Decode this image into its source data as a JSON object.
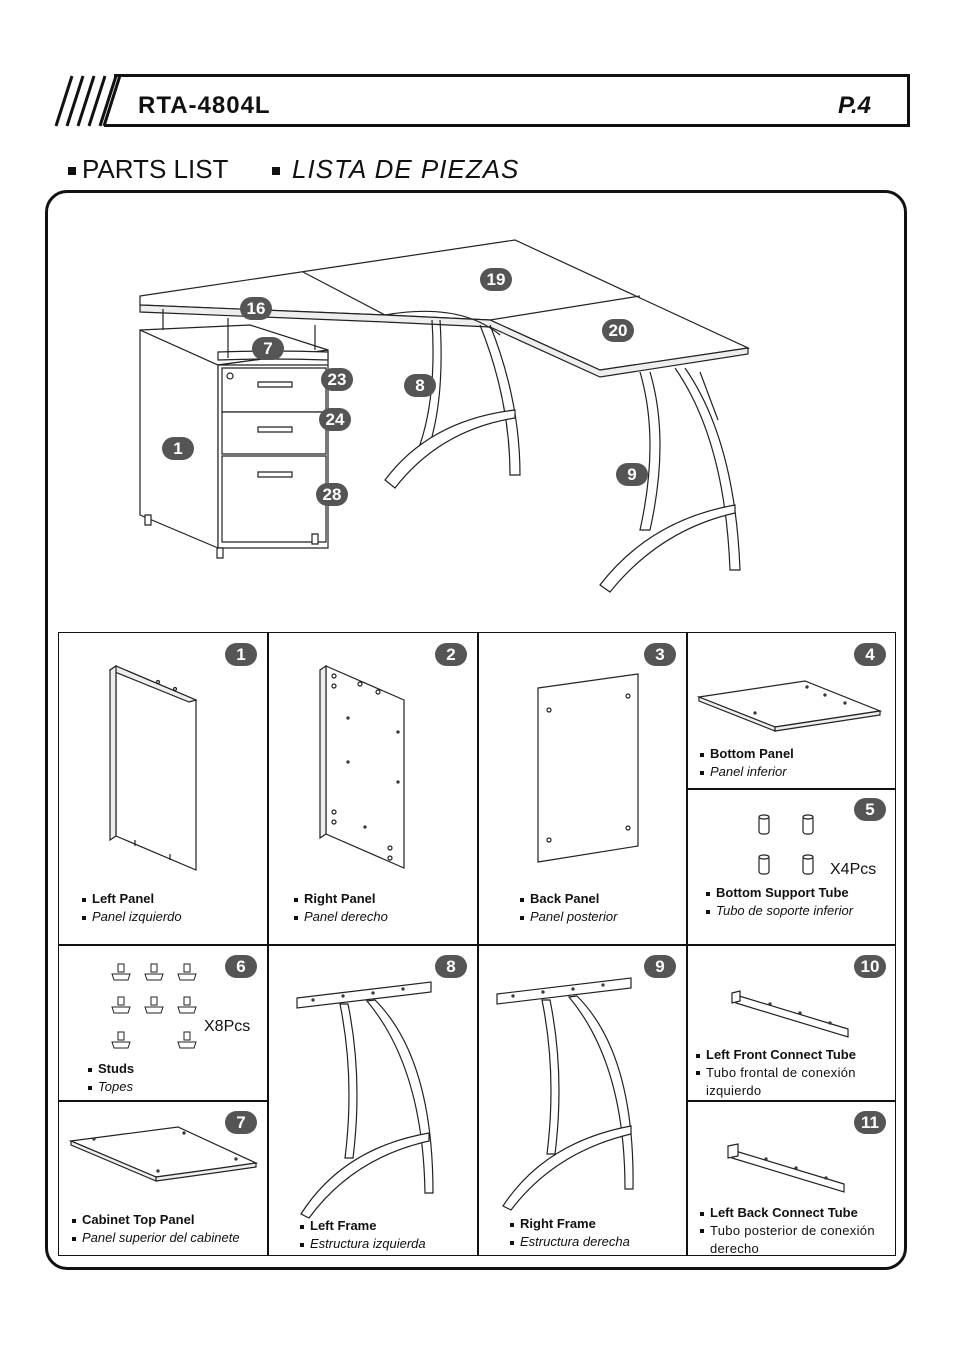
{
  "header": {
    "model": "RTA-4804L",
    "page": "P.4"
  },
  "section": {
    "title_en": "PARTS LIST",
    "title_es": "LISTA DE PIEZAS"
  },
  "overview_callouts": [
    "16",
    "7",
    "19",
    "20",
    "23",
    "24",
    "8",
    "1",
    "9",
    "28"
  ],
  "parts": [
    {
      "num": "1",
      "en": "Left Panel",
      "es": "Panel izquierdo"
    },
    {
      "num": "2",
      "en": "Right Panel",
      "es": "Panel derecho"
    },
    {
      "num": "3",
      "en": "Back Panel",
      "es": "Panel posterior"
    },
    {
      "num": "4",
      "en": "Bottom Panel",
      "es": "Panel inferior"
    },
    {
      "num": "5",
      "en": "Bottom Support Tube",
      "es": "Tubo de soporte inferior",
      "qty": "X4Pcs"
    },
    {
      "num": "6",
      "en": "Studs",
      "es": "Topes",
      "qty": "X8Pcs"
    },
    {
      "num": "7",
      "en": "Cabinet Top Panel",
      "es": "Panel superior del cabinete"
    },
    {
      "num": "8",
      "en": "Left Frame",
      "es": "Estructura izquierda"
    },
    {
      "num": "9",
      "en": "Right Frame",
      "es": "Estructura derecha"
    },
    {
      "num": "10",
      "en": "Left Front Connect Tube",
      "es": "Tubo frontal de conexión izquierdo"
    },
    {
      "num": "11",
      "en": "Left Back Connect Tube",
      "es": "Tubo posterior de conexión derecho"
    }
  ]
}
